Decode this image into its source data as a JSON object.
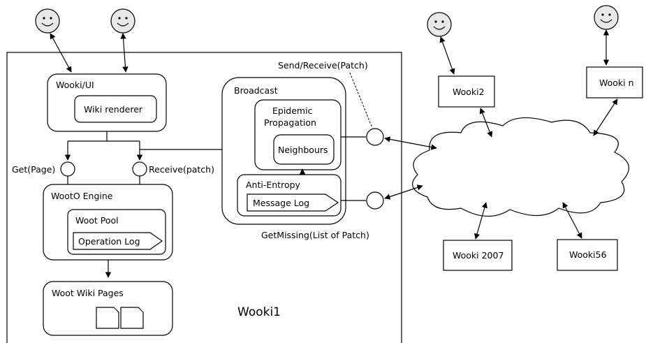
{
  "diagram": {
    "main_title": "Wooki1",
    "ui": {
      "label": "Wooki/UI",
      "renderer": "Wiki renderer"
    },
    "interfaces": {
      "get_page": "Get(Page)",
      "receive_patch": "Receive(patch)"
    },
    "engine": {
      "label": "WootO Engine",
      "pool": "Woot Pool",
      "op_log": "Operation Log"
    },
    "pages": {
      "label": "Woot Wiki Pages"
    },
    "broadcast": {
      "label": "Broadcast",
      "epidemic_line1": "Epidemic",
      "epidemic_line2": "Propagation",
      "neighbours": "Neighbours",
      "anti_entropy": "Anti-Entropy",
      "message_log": "Message Log"
    },
    "send_receive": "Send/Receive(Patch)",
    "get_missing": "GetMissing(List of Patch)",
    "peers": [
      "Wooki2",
      "Wooki n",
      "Wooki 2007",
      "Wooki56"
    ]
  }
}
